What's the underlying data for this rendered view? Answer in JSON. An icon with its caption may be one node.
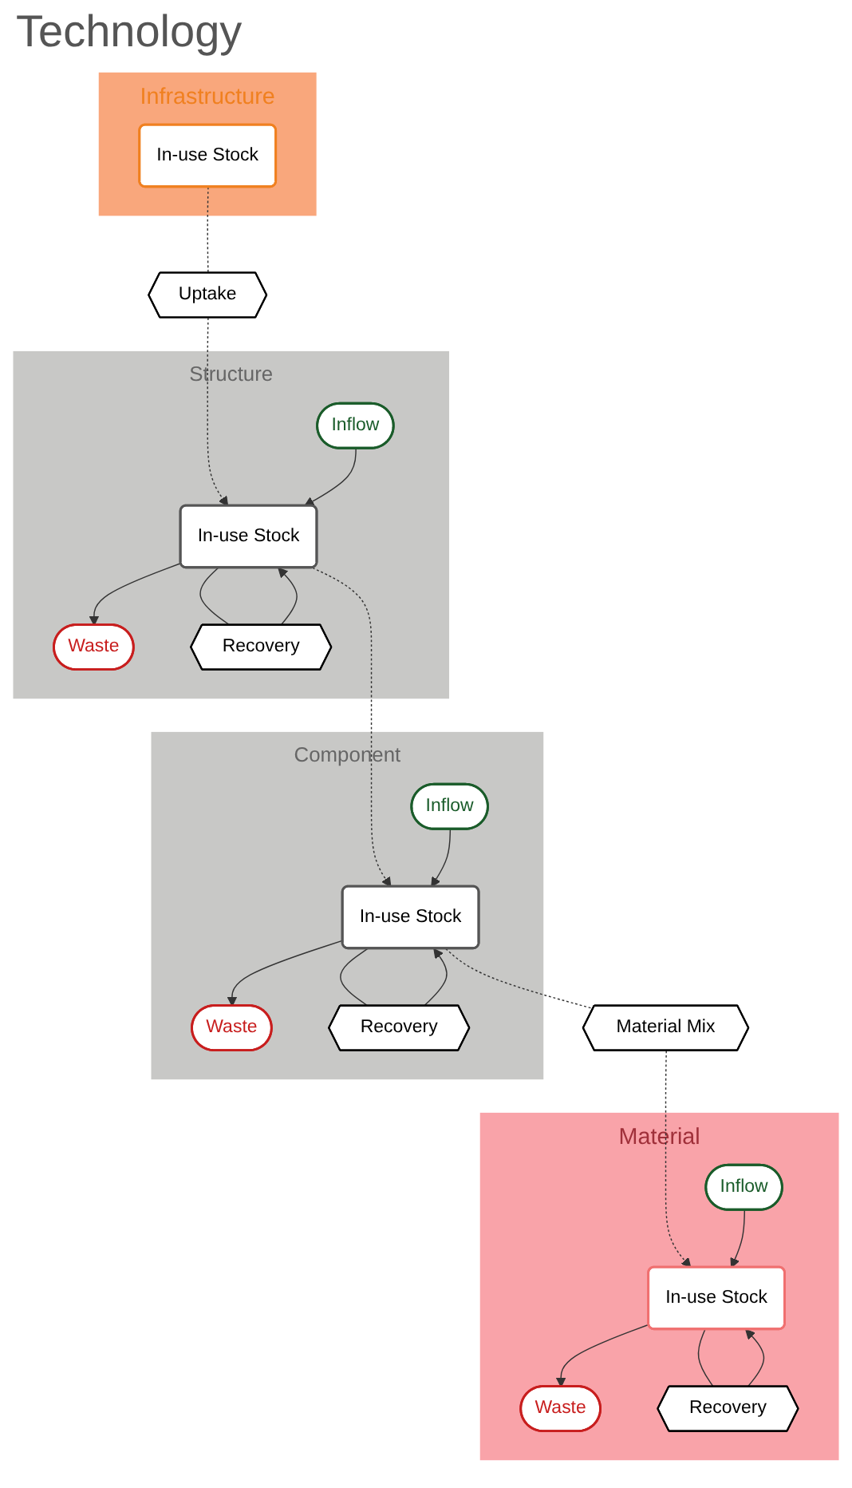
{
  "diagram": {
    "nodes": [
      {
        "text": [
          "Infrastructure"
        ]
      },
      {
        "text": [
          "In-use Stock"
        ],
        "in": 0
      },
      {
        "text": [
          "Uptake"
        ]
      },
      {
        "text": [
          "Structure"
        ]
      },
      {
        "text": [
          "Inflow"
        ],
        "in": 3
      },
      {
        "text": [
          "In-use Stock"
        ],
        "in": 3
      },
      {
        "text": [
          "Waste"
        ],
        "in": 3
      },
      {
        "text": [
          "Recovery"
        ],
        "in": 3
      },
      {
        "text": [
          "Component"
        ]
      },
      {
        "text": [
          "Inflow"
        ],
        "in": 8
      },
      {
        "text": [
          "In-use Stock"
        ],
        "in": 8
      },
      {
        "text": [
          "Waste"
        ],
        "in": 8
      },
      {
        "text": [
          "Recovery"
        ],
        "in": 8
      },
      {
        "text": [
          "Material Mix"
        ]
      },
      {
        "text": [
          "Material"
        ]
      },
      {
        "text": [
          "Inflow"
        ],
        "in": 14
      },
      {
        "text": [
          "In-use Stock"
        ],
        "in": 14
      },
      {
        "text": [
          "Waste"
        ],
        "in": 14
      },
      {
        "text": [
          "Recovery"
        ],
        "in": 14
      }
    ],
    "edges": [
      {
        "from": 1,
        "to": 2,
        "arrow": "none",
        "style": "dashed"
      },
      {
        "from": 2,
        "to": 5,
        "arrow": "to",
        "style": "dashed"
      },
      {
        "from": 4,
        "to": 5,
        "arrow": "to"
      },
      {
        "from": 5,
        "to": 6,
        "arrow": "to"
      },
      {
        "from": 5,
        "to": 7,
        "arrow": "none"
      },
      {
        "from": 7,
        "to": 5,
        "arrow": "to"
      },
      {
        "from": 5,
        "to": 10,
        "arrow": "to",
        "style": "dashed"
      },
      {
        "from": 9,
        "to": 10,
        "arrow": "to"
      },
      {
        "from": 10,
        "to": 11,
        "arrow": "to"
      },
      {
        "from": 10,
        "to": 12,
        "arrow": "none"
      },
      {
        "from": 12,
        "to": 10,
        "arrow": "to"
      },
      {
        "from": 10,
        "to": 13,
        "arrow": "none",
        "style": "dashed"
      },
      {
        "from": 13,
        "to": 16,
        "arrow": "to",
        "style": "dashed"
      },
      {
        "from": 15,
        "to": 16,
        "arrow": "to"
      },
      {
        "from": 16,
        "to": 17,
        "arrow": "to"
      },
      {
        "from": 16,
        "to": 18,
        "arrow": "none"
      },
      {
        "from": 18,
        "to": 16,
        "arrow": "to"
      }
    ],
    "labels": [
      "Technology"
    ]
  }
}
